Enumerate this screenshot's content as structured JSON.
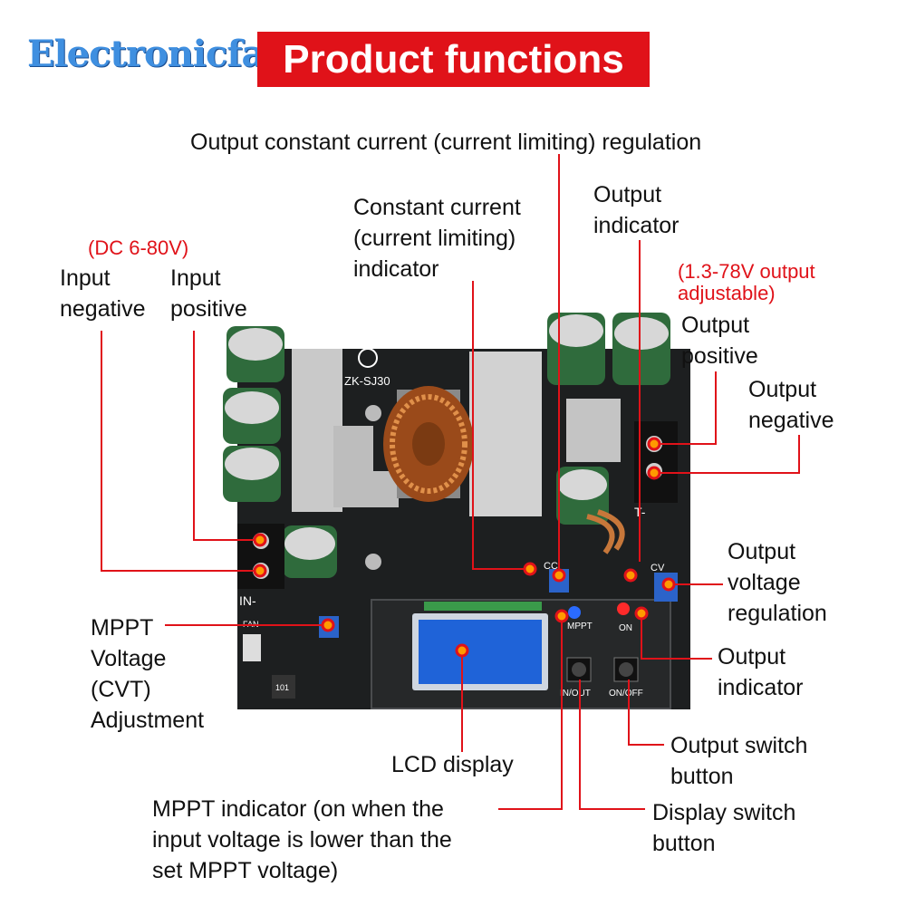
{
  "brand": "Electronicfans",
  "banner": "Product functions",
  "board": {
    "model": "ZK-SJ30",
    "marks": {
      "in_neg": "IN-",
      "out_neg": "T-",
      "cc": "CC",
      "cv": "CV",
      "mppt": "MPPT",
      "on": "ON",
      "in_out": "IN/OUT",
      "on_off": "ON/OFF",
      "fan": "FAN",
      "inductor": "101"
    }
  },
  "labels": {
    "cc_regulation": "Output constant current (current limiting) regulation",
    "cc_indicator": "Constant current\n(current limiting)\nindicator",
    "output_indicator_top": "Output\nindicator",
    "input_range": "(DC 6-80V)",
    "input_negative": "Input\nnegative",
    "input_positive": "Input\npositive",
    "output_range": "(1.3-78V output\nadjustable)",
    "output_positive": "Output\npositive",
    "output_negative": "Output\nnegative",
    "voltage_regulation": "Output\nvoltage\nregulation",
    "mppt_adjust": "MPPT\nVoltage\n(CVT)\nAdjustment",
    "output_indicator_right": "Output\nindicator",
    "output_switch": "Output switch\nbutton",
    "lcd": "LCD display",
    "display_switch": "Display switch\nbutton",
    "mppt_indicator": "MPPT indicator (on when the\ninput voltage is lower than the\nset MPPT voltage)"
  },
  "colors": {
    "banner": "#e01219",
    "brand": "#3f8fe0",
    "pcb": "#1d1f20",
    "lcd": "#1f63d8",
    "leader": "#e01219",
    "capacitor": "#2f6b3c"
  }
}
